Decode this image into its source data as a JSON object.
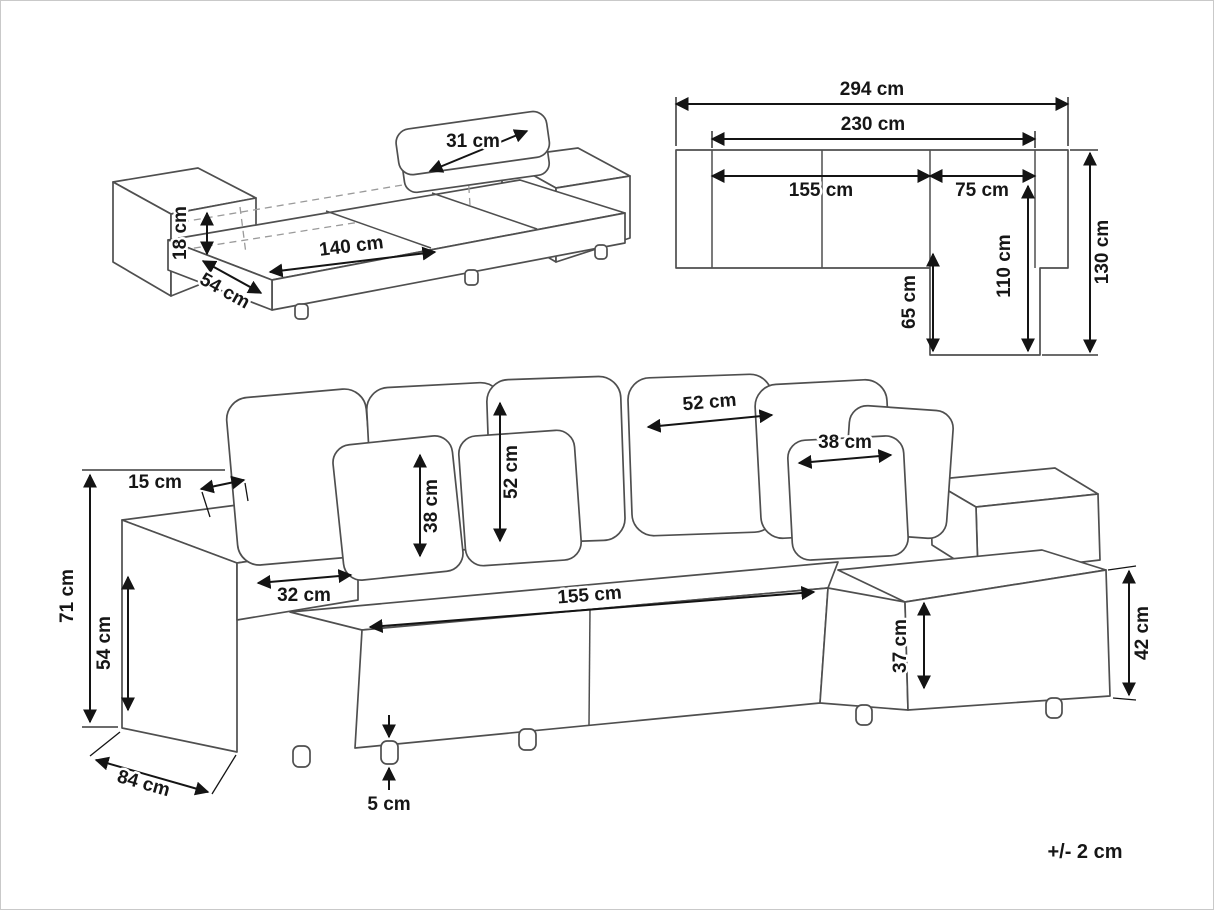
{
  "page": {
    "background": "#ffffff",
    "outline_color": "#4f4f4f",
    "dimension_color": "#141414",
    "border_color": "#c9c9c9"
  },
  "tolerance": "+/- 2 cm",
  "views": {
    "bed": {
      "name": "sofa-bed-unfolded-view",
      "dims": {
        "backrest_cushion_height": "31 cm",
        "mattress_thickness": "18 cm",
        "pullout_extension": "54 cm",
        "bed_width": "140 cm"
      }
    },
    "plan": {
      "name": "top-plan-view",
      "dims": {
        "overall_width": "294 cm",
        "inner_width": "230 cm",
        "seat_section_width": "155 cm",
        "chaise_section_width": "75 cm",
        "chaise_extension_depth": "65 cm",
        "chaise_total_depth": "110 cm",
        "overall_depth": "130 cm"
      }
    },
    "front": {
      "name": "front-perspective-view",
      "dims": {
        "backrest_top_thickness": "15 cm",
        "overall_height": "71 cm",
        "armrest_height": "54 cm",
        "armrest_width": "32 cm",
        "overall_depth": "84 cm",
        "leg_height": "5 cm",
        "seat_width": "155 cm",
        "large_cushion_width": "52 cm",
        "large_cushion_height": "52 cm",
        "small_cushion_height": "38 cm",
        "small_cushion_width": "38 cm",
        "seat_front_height": "37 cm",
        "chaise_height": "42 cm"
      }
    }
  }
}
